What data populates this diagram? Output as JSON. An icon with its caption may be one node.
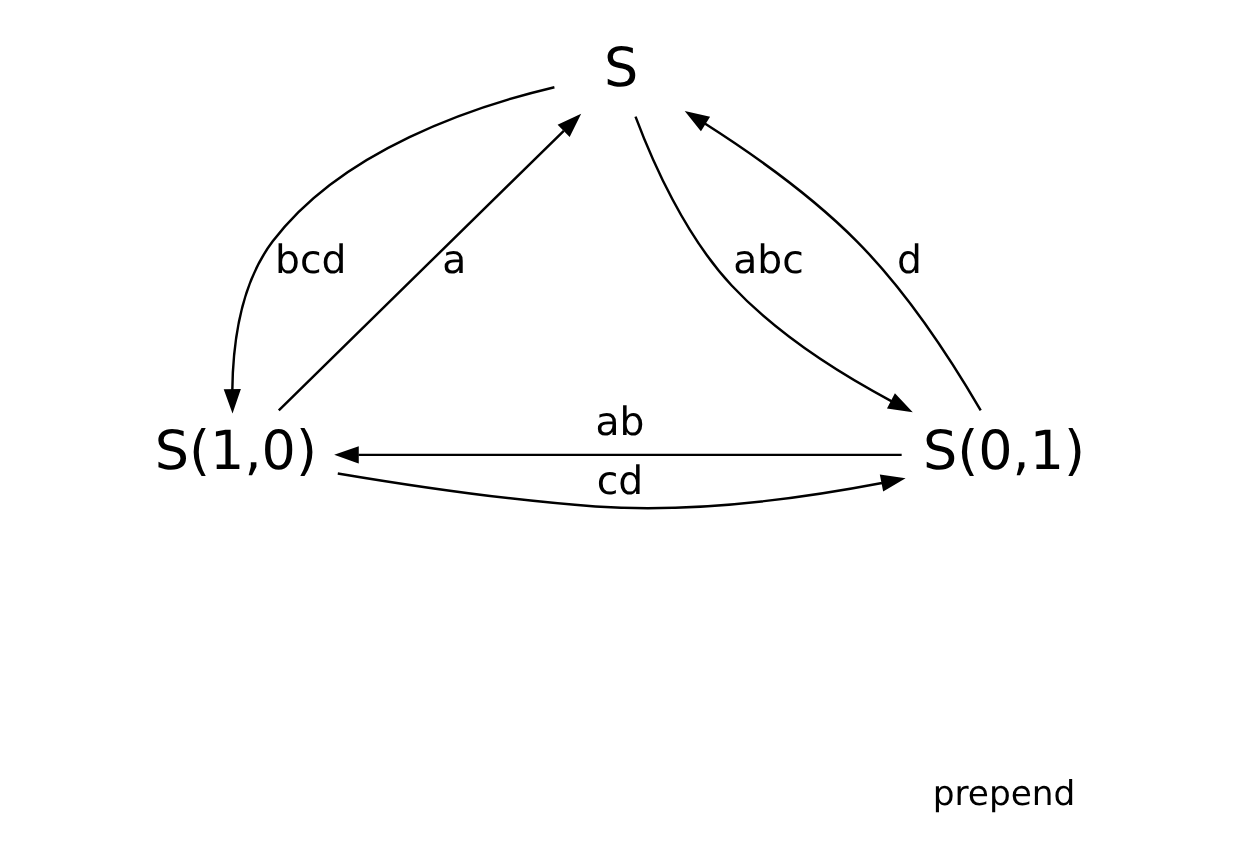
{
  "diagram": {
    "nodes": [
      {
        "text": [
          "S"
        ]
      },
      {
        "text": [
          "S(1,0)"
        ]
      },
      {
        "text": [
          "S(0,1)"
        ]
      }
    ],
    "edges": [
      {
        "from": 1,
        "to": 0,
        "arrow": "to",
        "label": "a"
      },
      {
        "from": 0,
        "to": 1,
        "arrow": "to",
        "label": "bcd"
      },
      {
        "from": 2,
        "to": 0,
        "arrow": "to",
        "label": "d"
      },
      {
        "from": 0,
        "to": 2,
        "arrow": "to",
        "label": "abc"
      },
      {
        "from": 1,
        "to": 2,
        "arrow": "to",
        "label": "cd"
      },
      {
        "from": 2,
        "to": 1,
        "arrow": "to",
        "label": "ab"
      }
    ],
    "labels": [
      "prepend"
    ]
  }
}
